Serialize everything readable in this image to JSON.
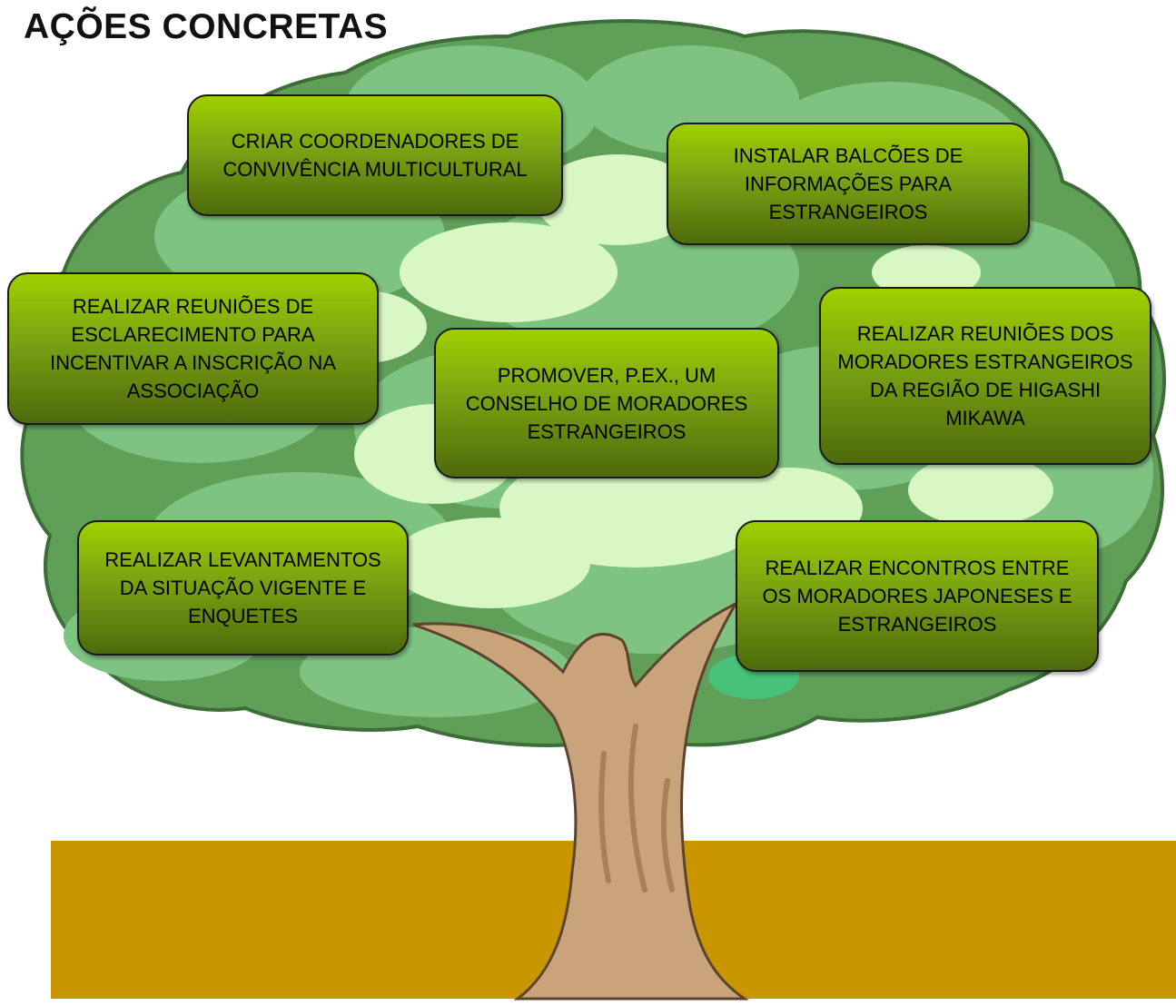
{
  "title": "AÇÕES CONCRETAS",
  "colors": {
    "foliage_dark": "#5f9f58",
    "foliage_mid": "#7fc383",
    "foliage_light": "#d9f7c4",
    "trunk": "#c9a37a",
    "ground": "#c99600",
    "box_top": "#9fd000",
    "box_bottom": "#4d6a0c"
  },
  "actions": [
    {
      "id": "coordenadores",
      "text": "CRIAR COORDENADORES DE CONVIVÊNCIA MULTICULTURAL"
    },
    {
      "id": "balcoes",
      "text": "INSTALAR BALCÕES DE INFORMAÇÕES PARA ESTRANGEIROS"
    },
    {
      "id": "reunioes-esclarecimento",
      "text": "REALIZAR REUNIÕES DE ESCLARECIMENTO PARA INCENTIVAR A INSCRIÇÃO NA ASSOCIAÇÃO"
    },
    {
      "id": "conselho",
      "text": "PROMOVER, P.EX., UM CONSELHO DE MORADORES ESTRANGEIROS"
    },
    {
      "id": "reunioes-higashi",
      "text": "REALIZAR REUNIÕES DOS MORADORES ESTRANGEIROS DA REGIÃO DE HIGASHI MIKAWA"
    },
    {
      "id": "levantamentos",
      "text": "REALIZAR LEVANTAMENTOS DA SITUAÇÃO VIGENTE E ENQUETES"
    },
    {
      "id": "encontros",
      "text": "REALIZAR ENCONTROS ENTRE OS MORADORES JAPONESES E ESTRANGEIROS"
    }
  ]
}
